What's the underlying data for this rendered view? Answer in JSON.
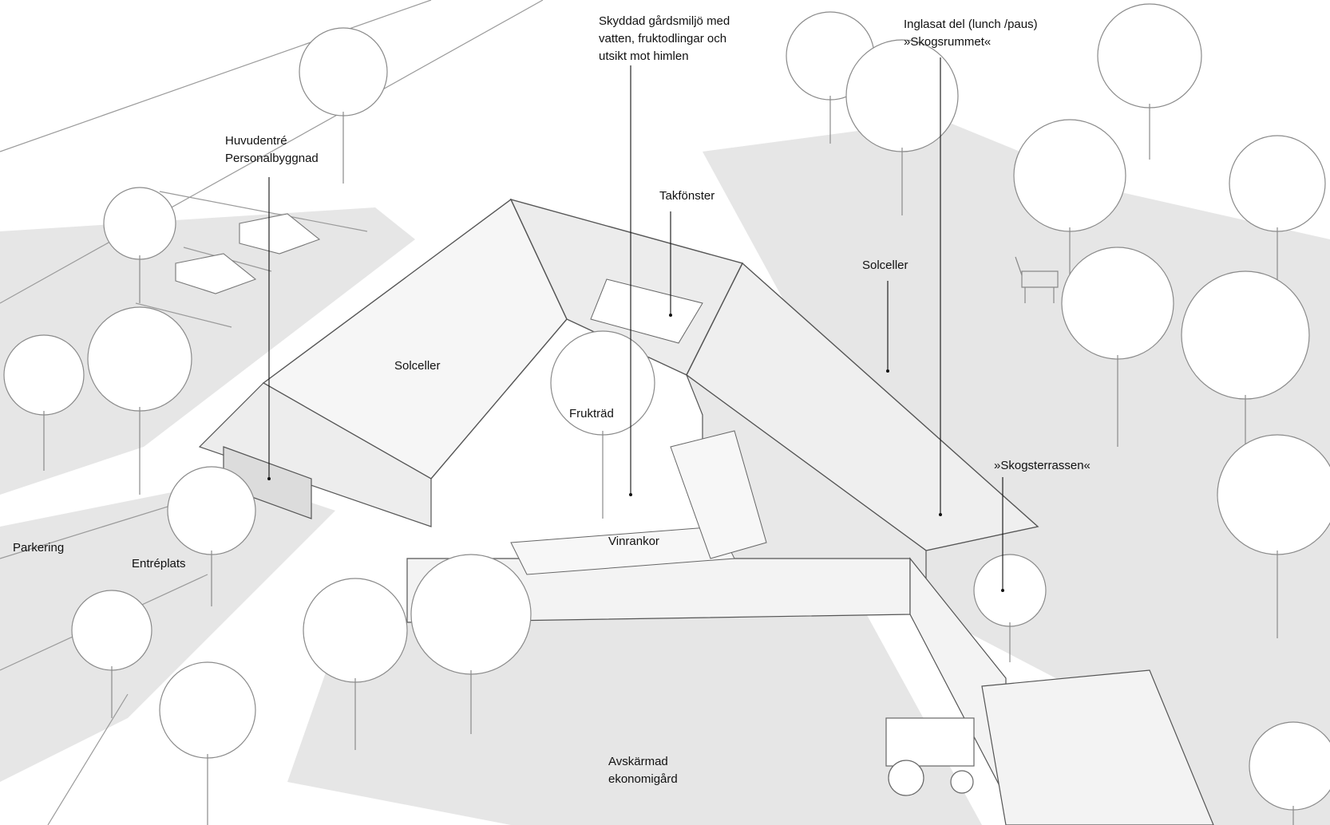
{
  "labels": {
    "huvudentre": [
      "Huvudentré",
      "Personalbyggnad"
    ],
    "skyddad": [
      "Skyddad gårdsmiljö med",
      "vatten, fruktodlingar och",
      "utsikt mot himlen"
    ],
    "inglasat": [
      "Inglasat del (lunch /paus)",
      "»Skogsrummet«"
    ],
    "takfonster": "Takfönster",
    "solceller_right": "Solceller",
    "solceller_left": "Solceller",
    "fruktrad": "Frukträd",
    "vinrankor": "Vinrankor",
    "skogsterrassen": "»Skogsterrassen«",
    "parkering": "Parkering",
    "entreplats": "Entréplats",
    "ekonomigard": [
      "Avskärmad",
      "ekonomigård"
    ]
  },
  "colors": {
    "ink": "#111111",
    "line": "#7a7a7a",
    "shadow": "#e4e4e4",
    "roof": "#f4f4f4",
    "tree": "#ffffff"
  }
}
